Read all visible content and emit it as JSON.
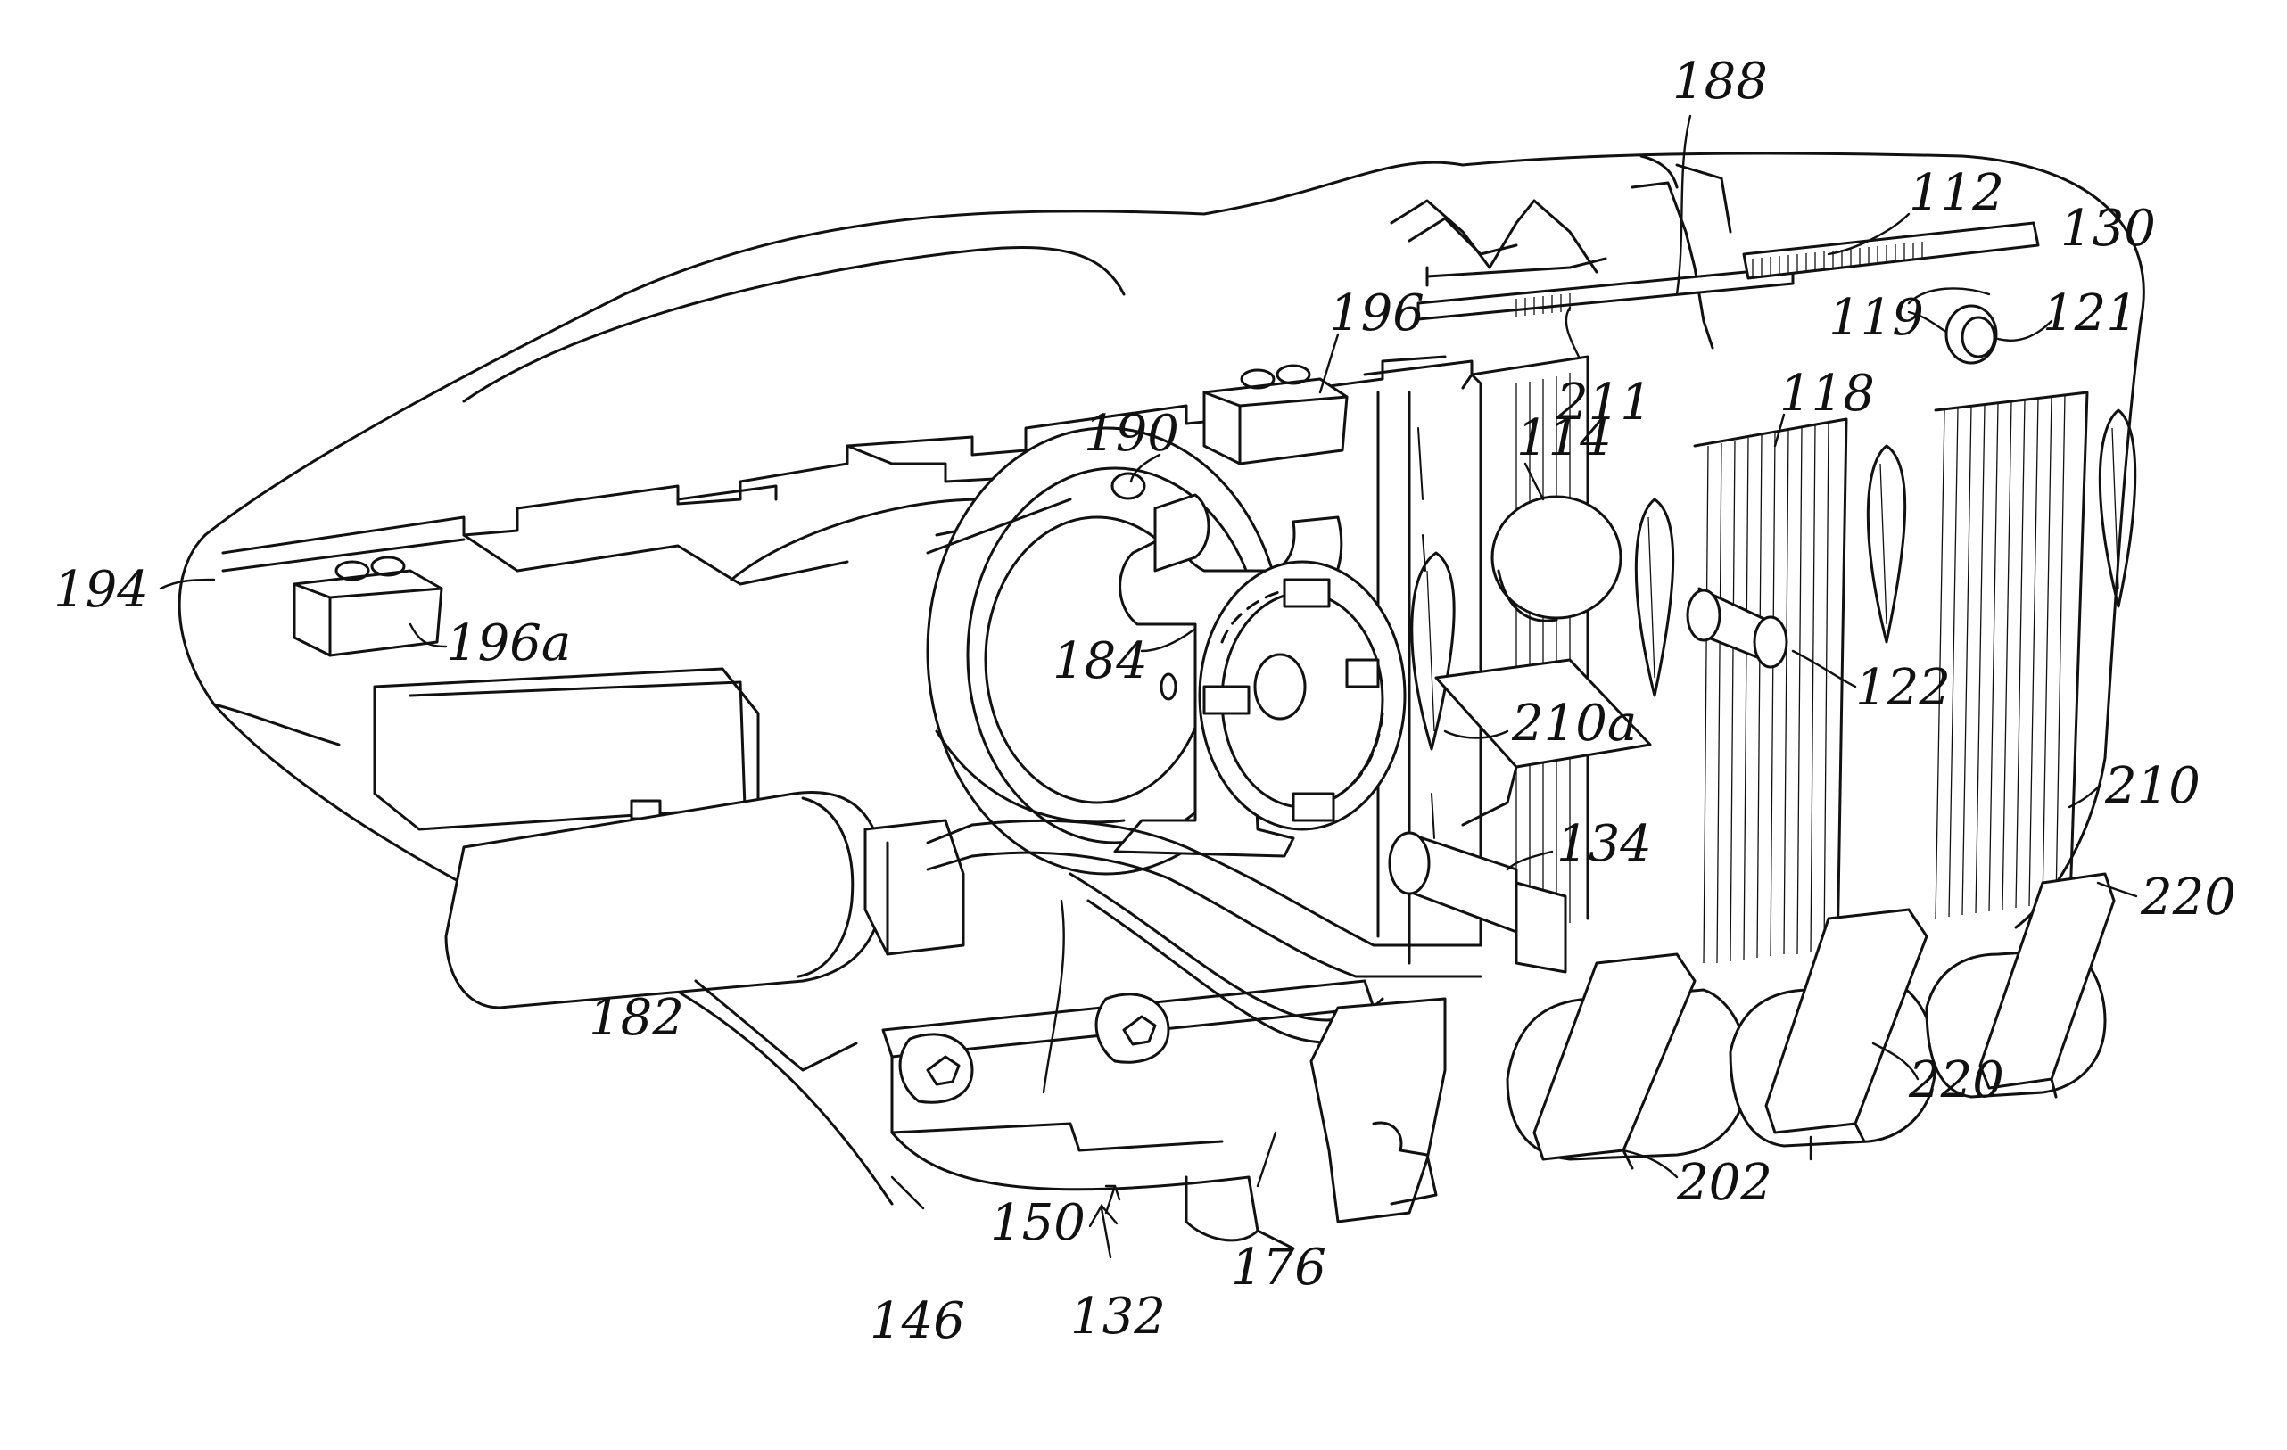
{
  "figure": {
    "background": "#ffffff",
    "ink": "#111111"
  },
  "labels": {
    "l188": "188",
    "l112": "112",
    "l130": "130",
    "l119": "119",
    "l121": "121",
    "l211": "211",
    "l196": "196",
    "l118": "118",
    "l114": "114",
    "l190": "190",
    "l194": "194",
    "l196a": "196a",
    "l184": "184",
    "l122": "122",
    "l210a": "210a",
    "l210": "210",
    "l134": "134",
    "l220a": "220",
    "l220b": "220",
    "l182": "182",
    "l202": "202",
    "l150": "150",
    "l176": "176",
    "l132": "132",
    "l146": "146"
  }
}
